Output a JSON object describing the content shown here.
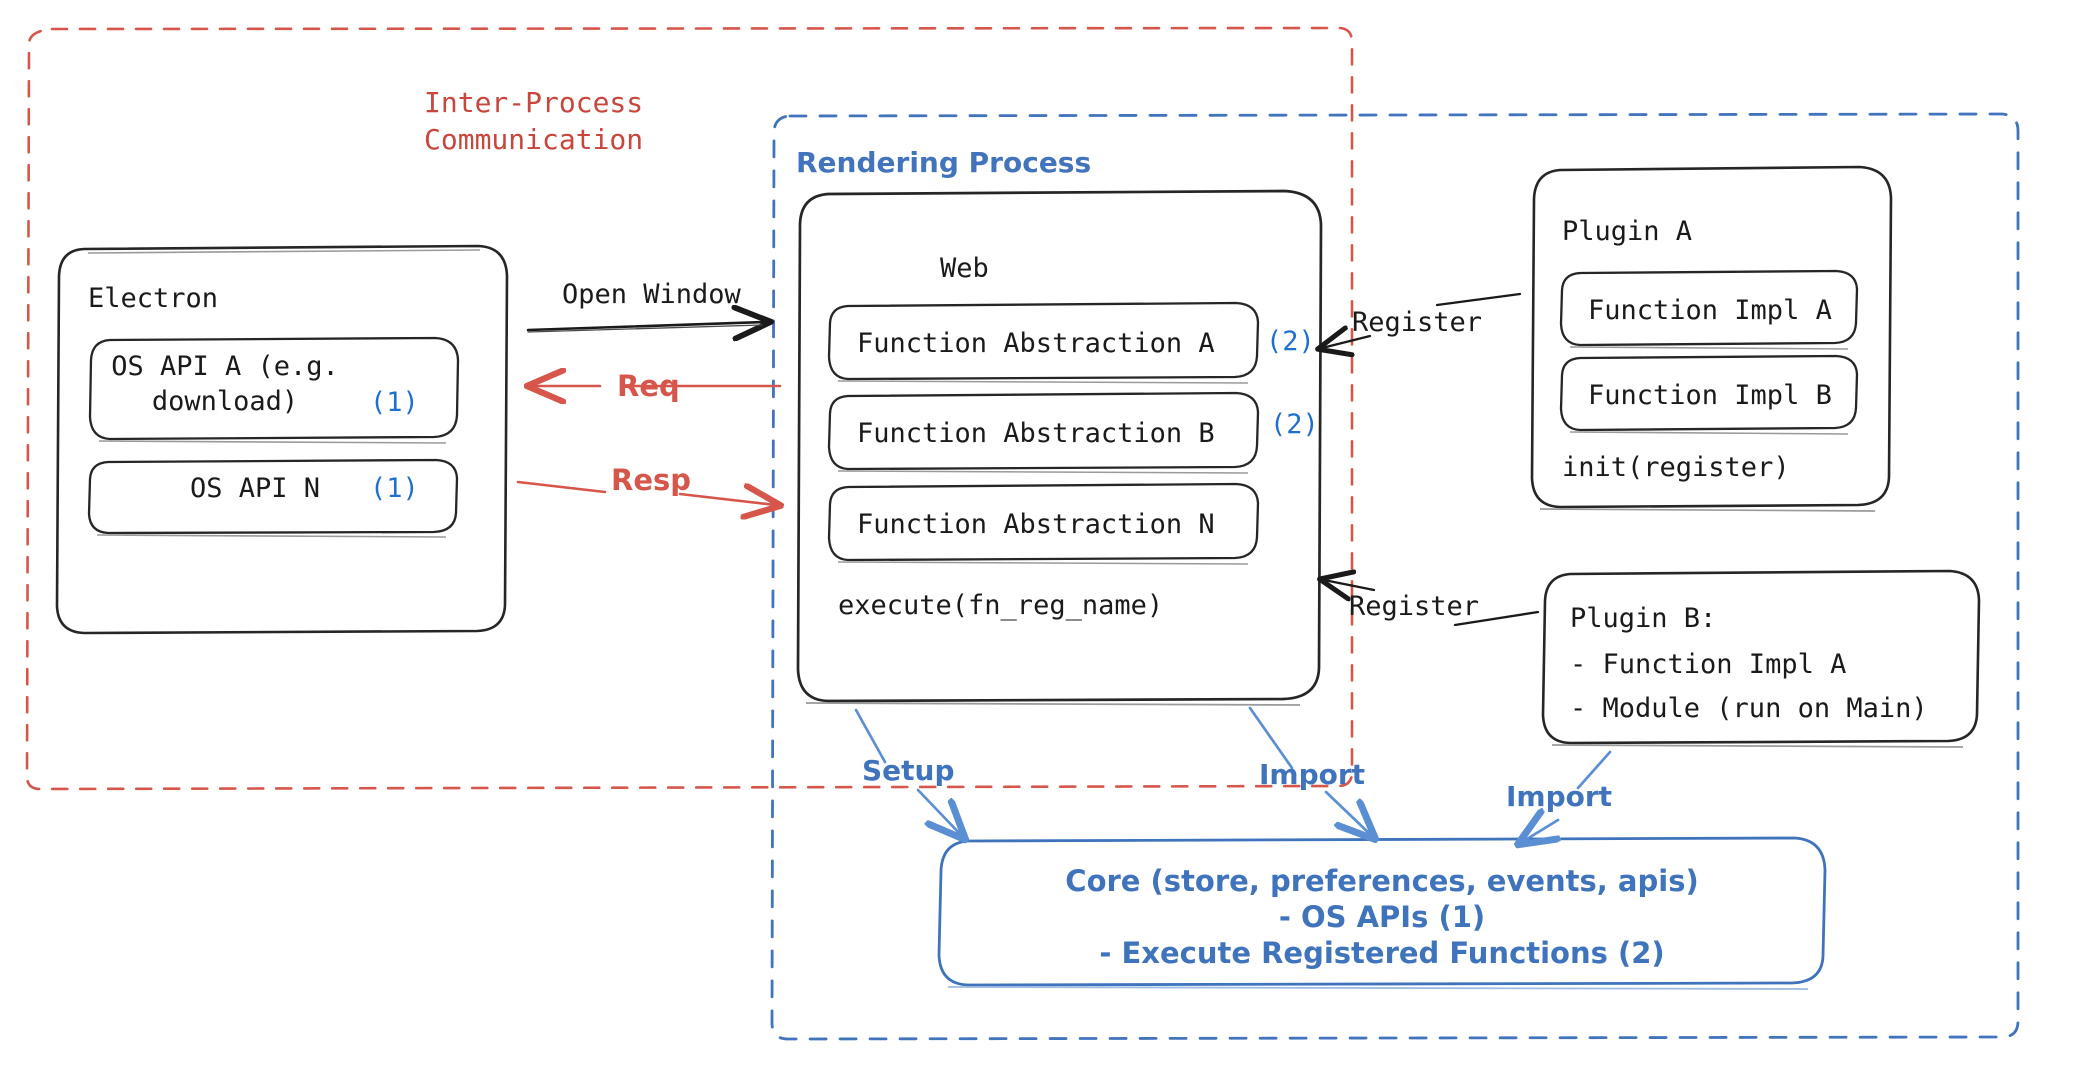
{
  "diagram": {
    "title": "Electron plugin architecture",
    "colors": {
      "ipc_red": "#c8463c",
      "render_blue": "#4273bd",
      "core_blue": "#3f74bc",
      "number_blue": "#1f6fce",
      "stroke_black": "#1a1a1a"
    },
    "containers": {
      "ipc": {
        "label": "Inter-Process\nCommunication",
        "line_style": "dashed",
        "color": "#c8463c"
      },
      "rendering_process": {
        "label": "Rendering Process",
        "line_style": "dashed",
        "color": "#4273bd"
      }
    },
    "electron": {
      "title": "Electron",
      "apis": [
        {
          "label": "OS API A (e.g.\ndownload)",
          "tag": "(1)"
        },
        {
          "label": "OS API N",
          "tag": "(1)"
        }
      ]
    },
    "web": {
      "title": "Web",
      "abstractions": [
        {
          "label": "Function Abstraction A",
          "tag": "(2)"
        },
        {
          "label": "Function Abstraction B",
          "tag": "(2)"
        },
        {
          "label": "Function Abstraction N",
          "tag": ""
        }
      ],
      "method": "execute(fn_reg_name)"
    },
    "plugin_a": {
      "title": "Plugin A",
      "impls": [
        "Function Impl A",
        "Function Impl B"
      ],
      "method": "init(register)"
    },
    "plugin_b": {
      "title": "Plugin B:",
      "items": [
        "- Function Impl A",
        "- Module (run on Main)"
      ]
    },
    "core": {
      "lines": [
        "Core (store, preferences, events, apis)",
        "- OS APIs (1)",
        "- Execute Registered Functions (2)"
      ]
    },
    "edges": {
      "open_window": "Open Window",
      "req": "Req",
      "resp": "Resp",
      "register_a": "Register",
      "register_b": "Register",
      "setup": "Setup",
      "import_web": "Import",
      "import_plugin_b": "Import"
    }
  }
}
